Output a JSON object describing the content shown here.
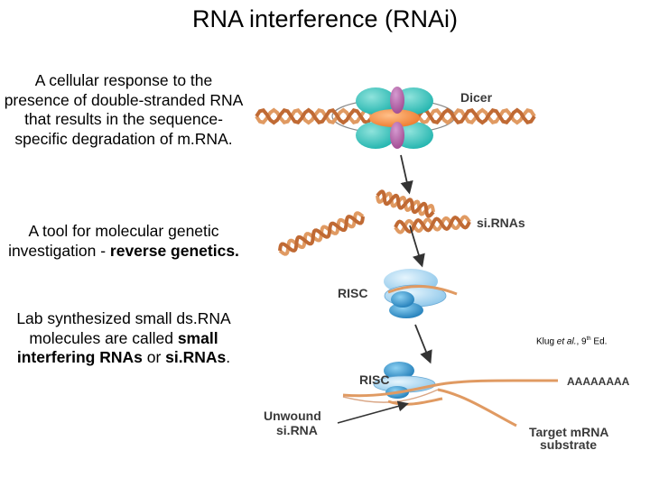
{
  "title": "RNA interference (RNAi)",
  "paragraphs": {
    "p1": "A cellular response to the presence of double-stranded RNA that results in the sequence-specific degradation of m.RNA.",
    "p2_plain": "A tool for molecular genetic investigation - ",
    "p2_bold": "reverse genetics.",
    "p3_plain1": "Lab synthesized small ds.RNA molecules are called ",
    "p3_bold1": "small interfering RNAs",
    "p3_plain2": " or ",
    "p3_bold2": "si.RNAs",
    "p3_plain3": "."
  },
  "citation": {
    "author": "Klug ",
    "etal": "et al.",
    "sep": ", 9",
    "sup": "th",
    "edition": " Ed."
  },
  "diagram_labels": {
    "dicer": "Dicer",
    "sirnas": "si.RNAs",
    "risc_top": "RISC",
    "risc_bottom": "RISC",
    "aaaa": "AAAAAAAA",
    "unwound_1": "Unwound",
    "unwound_2": "si.RNA",
    "target_1": "Target mRNA",
    "target_2": "substrate"
  },
  "colors": {
    "rna_strand": "#e09a62",
    "rna_strand_dark": "#c06a34",
    "dicer_teal": "#1fb3ad",
    "dicer_orange": "#ee7a2c",
    "dicer_purple": "#a34e94",
    "risc_light_blue": "#9fd0ee",
    "risc_dark_blue": "#2a86c2"
  }
}
